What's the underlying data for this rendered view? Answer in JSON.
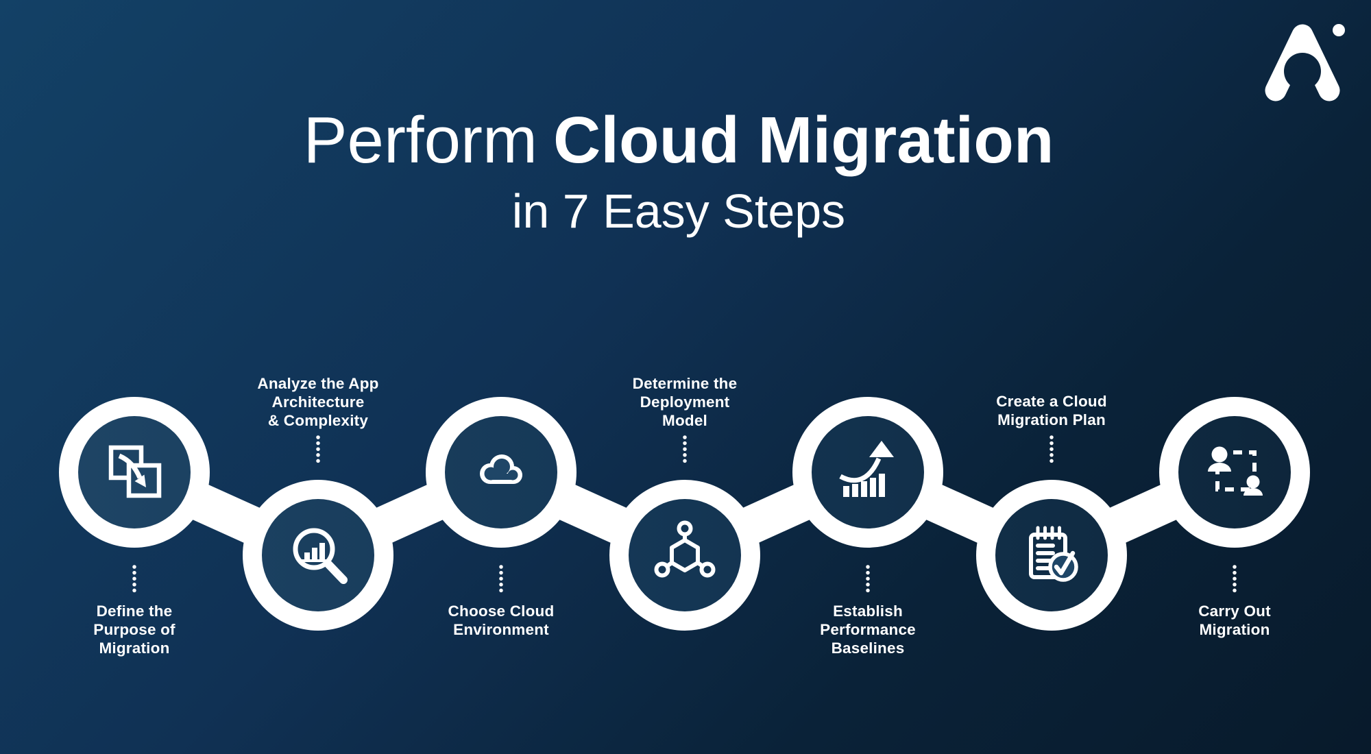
{
  "title": {
    "line1_regular": "Perform",
    "line1_bold": "Cloud Migration",
    "line2": "in 7 Easy Steps"
  },
  "brand": {
    "logo_name": "a-mark-logo"
  },
  "colors": {
    "background_start": "#134166",
    "background_end": "#081a2b",
    "node_inner_left": "#1f4667",
    "node_inner_right": "#0d2438",
    "foreground": "#ffffff"
  },
  "steps": [
    {
      "index": 1,
      "position": "top",
      "icon": "migrate-squares-icon",
      "label": "Define the\nPurpose of\nMigration"
    },
    {
      "index": 2,
      "position": "bottom",
      "icon": "magnifier-chart-icon",
      "label": "Analyze the App\nArchitecture\n& Complexity"
    },
    {
      "index": 3,
      "position": "top",
      "icon": "cloud-icon",
      "label": "Choose Cloud\nEnvironment"
    },
    {
      "index": 4,
      "position": "bottom",
      "icon": "molecule-icon",
      "label": "Determine the\nDeployment\nModel"
    },
    {
      "index": 5,
      "position": "top",
      "icon": "growth-arrow-chart-icon",
      "label": "Establish\nPerformance\nBaselines"
    },
    {
      "index": 6,
      "position": "bottom",
      "icon": "checklist-check-icon",
      "label": "Create a Cloud\nMigration Plan"
    },
    {
      "index": 7,
      "position": "top",
      "icon": "people-transfer-icon",
      "label": "Carry Out\nMigration"
    }
  ]
}
